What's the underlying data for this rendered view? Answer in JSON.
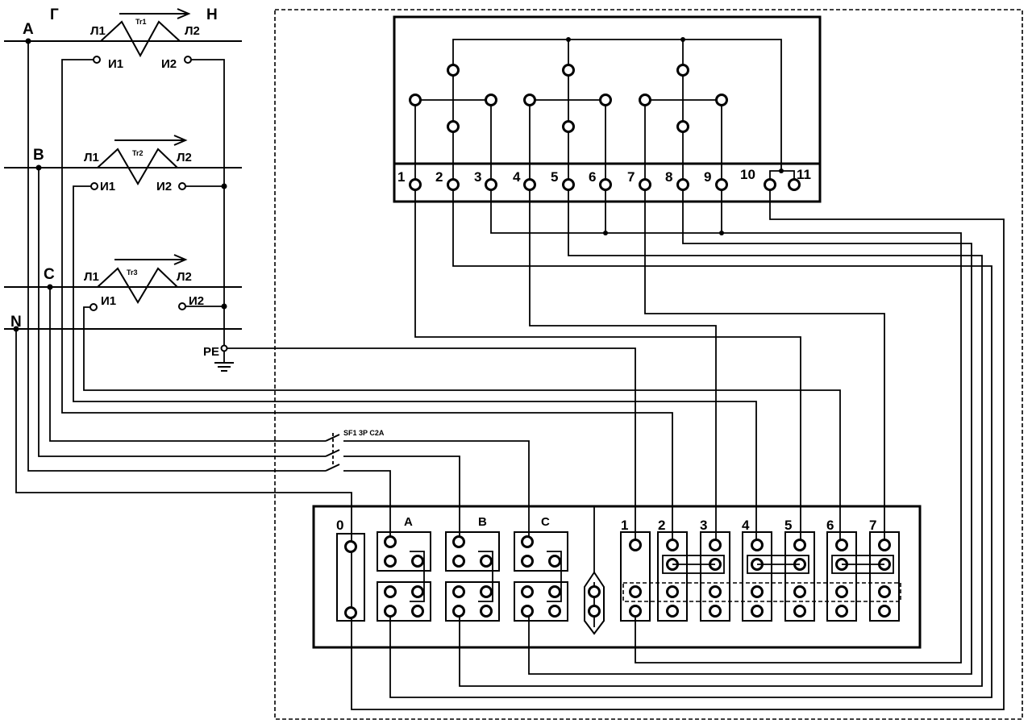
{
  "bus": {
    "a": "A",
    "b": "B",
    "c": "C",
    "n": "N",
    "g": "Г",
    "h": "Н"
  },
  "ct": [
    {
      "name": "Tr1",
      "l1": "Л1",
      "l2": "Л2",
      "i1": "И1",
      "i2": "И2"
    },
    {
      "name": "Tr2",
      "l1": "Л1",
      "l2": "Л2",
      "i1": "И1",
      "i2": "И2"
    },
    {
      "name": "Tr3",
      "l1": "Л1",
      "l2": "Л2",
      "i1": "И1",
      "i2": "И2"
    }
  ],
  "ground": {
    "label": "PE"
  },
  "breaker": {
    "label": "SF1  3P C2A"
  },
  "meter": {
    "terminals": [
      "1",
      "2",
      "3",
      "4",
      "5",
      "6",
      "7",
      "8",
      "9",
      "10",
      "11"
    ]
  },
  "test_block": {
    "zero": "0",
    "phases": [
      "A",
      "B",
      "C"
    ],
    "currents": [
      "1",
      "2",
      "3",
      "4",
      "5",
      "6",
      "7"
    ]
  }
}
